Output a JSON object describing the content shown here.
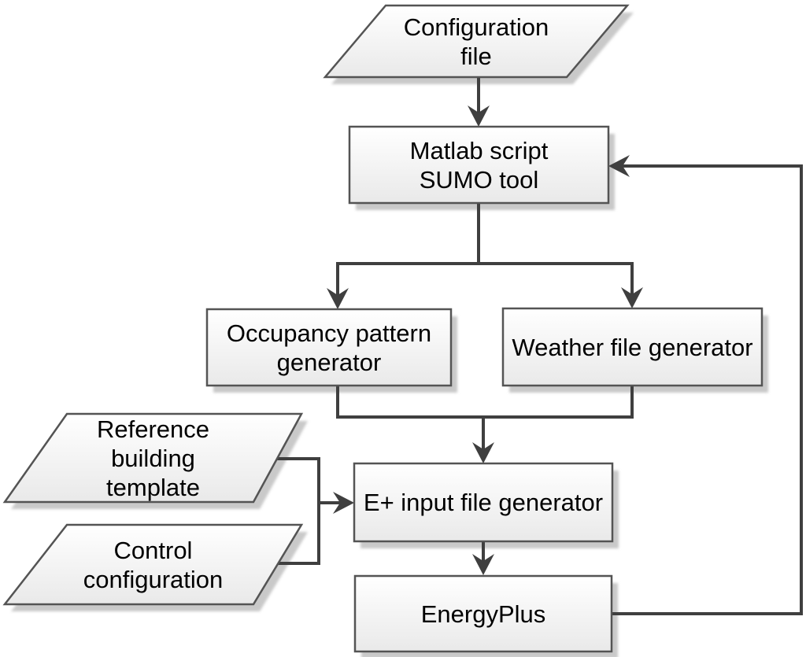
{
  "diagram": {
    "type": "flowchart",
    "nodes": [
      {
        "id": "configuration-file",
        "shape": "parallelogram",
        "label": [
          "Configuration",
          "file"
        ]
      },
      {
        "id": "matlab-script-sumo-tool",
        "shape": "rectangle",
        "label": [
          "Matlab script",
          "SUMO tool"
        ]
      },
      {
        "id": "occupancy-pattern-generator",
        "shape": "rectangle",
        "label": [
          "Occupancy pattern",
          "generator"
        ]
      },
      {
        "id": "weather-file-generator",
        "shape": "rectangle",
        "label": [
          "Weather file generator"
        ]
      },
      {
        "id": "reference-building-template",
        "shape": "parallelogram",
        "label": [
          "Reference",
          "building",
          "template"
        ]
      },
      {
        "id": "control-configuration",
        "shape": "parallelogram",
        "label": [
          "Control",
          "configuration"
        ]
      },
      {
        "id": "eplus-input-file-generator",
        "shape": "rectangle",
        "label": [
          "E+ input file generator"
        ]
      },
      {
        "id": "energyplus",
        "shape": "rectangle",
        "label": [
          "EnergyPlus"
        ]
      }
    ],
    "edges": [
      {
        "from": "configuration-file",
        "to": "matlab-script-sumo-tool"
      },
      {
        "from": "matlab-script-sumo-tool",
        "to": "occupancy-pattern-generator"
      },
      {
        "from": "matlab-script-sumo-tool",
        "to": "weather-file-generator"
      },
      {
        "from": "occupancy-pattern-generator",
        "to": "eplus-input-file-generator"
      },
      {
        "from": "weather-file-generator",
        "to": "eplus-input-file-generator"
      },
      {
        "from": "reference-building-template",
        "to": "eplus-input-file-generator"
      },
      {
        "from": "control-configuration",
        "to": "eplus-input-file-generator"
      },
      {
        "from": "eplus-input-file-generator",
        "to": "energyplus"
      },
      {
        "from": "energyplus",
        "to": "matlab-script-sumo-tool"
      }
    ],
    "colors": {
      "node_fill_top": "#ffffff",
      "node_fill_bottom": "#e9e9e9",
      "node_border": "#545454",
      "connector": "#3f3f3f",
      "shadow": "#c9c9c9",
      "text": "#000000"
    }
  }
}
